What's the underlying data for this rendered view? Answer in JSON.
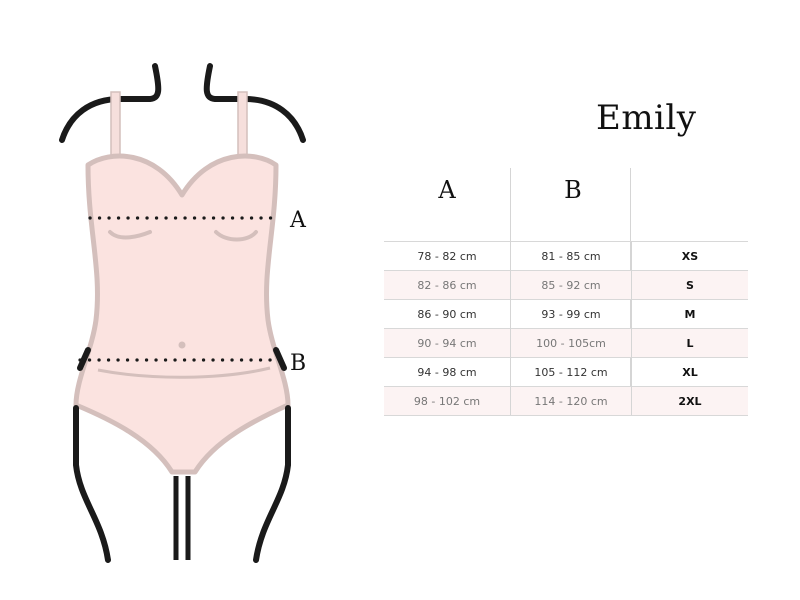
{
  "product": {
    "name": "Emily"
  },
  "figure": {
    "marker_a": "A",
    "marker_b": "B",
    "colors": {
      "body": "#fbe3e0",
      "outline": "#d4bfbc",
      "strap": "#f6dfdc",
      "line": "#1a1a1a"
    }
  },
  "table": {
    "headers": [
      "A",
      "B",
      ""
    ],
    "rows": [
      {
        "a": "78 - 82 cm",
        "b": "81 - 85 cm",
        "size": "XS"
      },
      {
        "a": "82 - 86 cm",
        "b": "85 - 92 cm",
        "size": "S"
      },
      {
        "a": "86 - 90 cm",
        "b": "93 - 99 cm",
        "size": "M"
      },
      {
        "a": "90 - 94 cm",
        "b": "100 - 105cm",
        "size": "L"
      },
      {
        "a": "94 - 98 cm",
        "b": "105 - 112 cm",
        "size": "XL"
      },
      {
        "a": "98 - 102 cm",
        "b": "114 - 120 cm",
        "size": "2XL"
      }
    ]
  }
}
